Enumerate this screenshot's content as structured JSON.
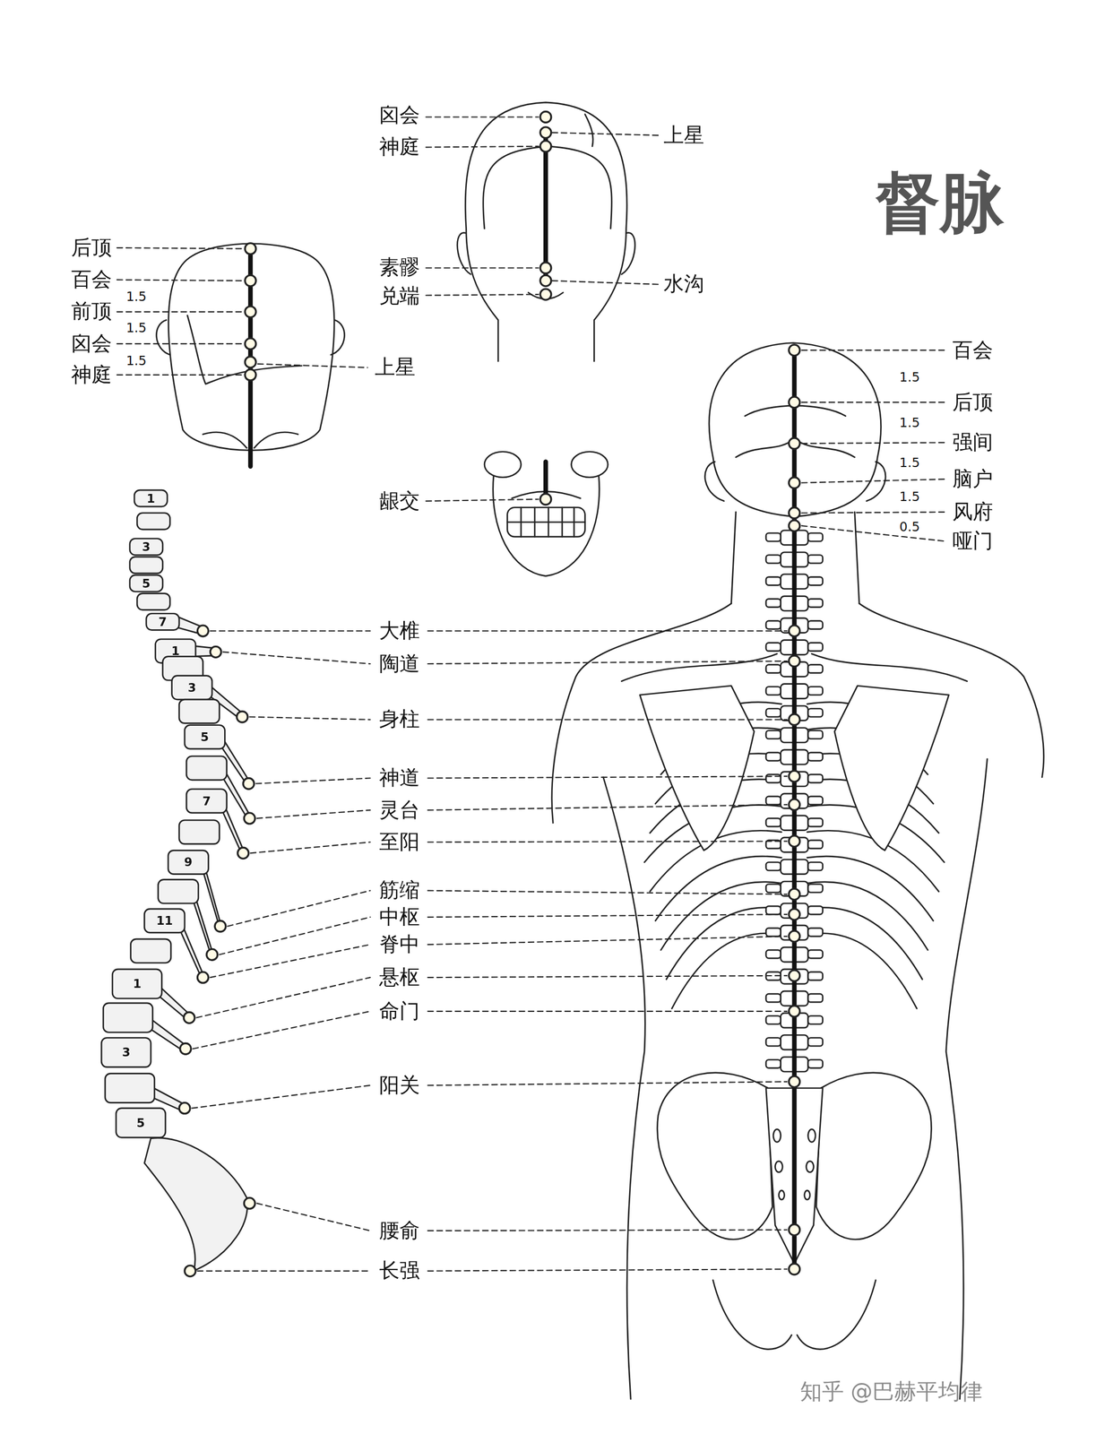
{
  "diagram": {
    "title": "督脉",
    "labels": [
      "囟会",
      "神庭",
      "上星",
      "素髎",
      "兑端",
      "水沟",
      "后顶",
      "百会",
      "1.5",
      "前顶",
      "1.5",
      "囟会",
      "1.5",
      "神庭",
      "上星",
      "龈交",
      "百会",
      "1.5",
      "后顶",
      "1.5",
      "强间",
      "1.5",
      "脑户",
      "1.5",
      "风府",
      "0.5",
      "哑门",
      "大椎",
      "陶道",
      "身柱",
      "神道",
      "灵台",
      "至阳",
      "筋缩",
      "中枢",
      "脊中",
      "悬枢",
      "命门",
      "阳关",
      "腰俞",
      "长强",
      "1",
      "3",
      "5",
      "7",
      "1",
      "3",
      "5",
      "7",
      "9",
      "11",
      "1",
      "3",
      "5",
      "知乎 @巴赫平均律"
    ]
  }
}
